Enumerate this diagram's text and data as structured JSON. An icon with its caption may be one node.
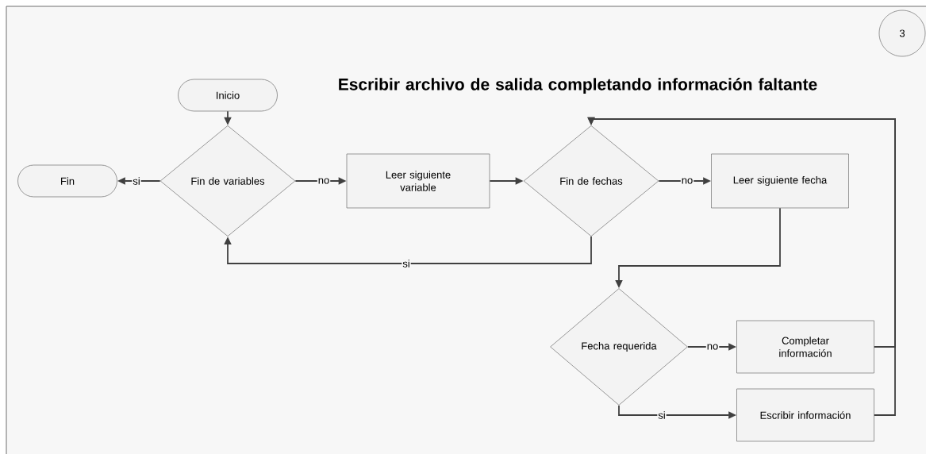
{
  "diagram": {
    "title": "Escribir archivo de salida completando información faltante",
    "nodes": [
      {
        "text": [
          "Inicio"
        ]
      },
      {
        "text": [
          "Fin"
        ]
      },
      {
        "text": [
          "Fin de variables"
        ]
      },
      {
        "text": [
          "Leer siguiente variable"
        ]
      },
      {
        "text": [
          "Fin de fechas"
        ]
      },
      {
        "text": [
          "Leer siguiente fecha"
        ]
      },
      {
        "text": [
          "Fecha requerida"
        ]
      },
      {
        "text": [
          "Completar información"
        ]
      },
      {
        "text": [
          "Escribir información"
        ]
      },
      {
        "text": [
          "3"
        ]
      }
    ],
    "edges": [
      {
        "from": 0,
        "to": 2,
        "arrow": "to"
      },
      {
        "from": 2,
        "to": 1,
        "arrow": "to",
        "label": "si"
      },
      {
        "from": 2,
        "to": 3,
        "arrow": "to",
        "label": "no"
      },
      {
        "from": 3,
        "to": 4,
        "arrow": "to"
      },
      {
        "from": 4,
        "to": 5,
        "arrow": "to",
        "label": "no"
      },
      {
        "from": 4,
        "to": 2,
        "arrow": "to",
        "label": "si"
      },
      {
        "from": 5,
        "to": 6,
        "arrow": "to"
      },
      {
        "from": 6,
        "to": 7,
        "arrow": "to",
        "label": "no"
      },
      {
        "from": 6,
        "to": 8,
        "arrow": "to",
        "label": "si"
      },
      {
        "from": 7,
        "to": 4,
        "arrow": "to"
      },
      {
        "from": 8,
        "to": 4,
        "arrow": "to"
      }
    ]
  }
}
